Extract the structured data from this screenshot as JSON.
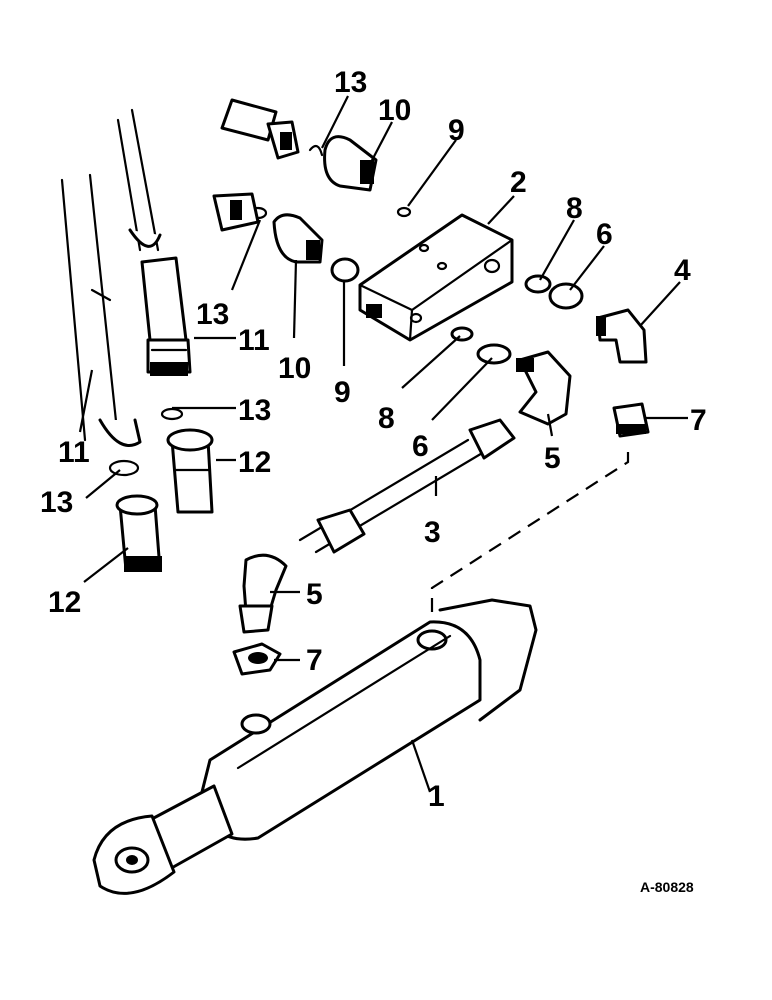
{
  "diagram": {
    "callouts": {
      "c1": "1",
      "c2": "2",
      "c3": "3",
      "c4": "4",
      "c5a": "5",
      "c5b": "5",
      "c6a": "6",
      "c6b": "6",
      "c7a": "7",
      "c7b": "7",
      "c8a": "8",
      "c8b": "8",
      "c9a": "9",
      "c9b": "9",
      "c10a": "10",
      "c10b": "10",
      "c11a": "11",
      "c11b": "11",
      "c12a": "12",
      "c12b": "12",
      "c13a": "13",
      "c13b": "13",
      "c13c": "13",
      "c13d": "13"
    },
    "drawing_number": "A-80828"
  }
}
